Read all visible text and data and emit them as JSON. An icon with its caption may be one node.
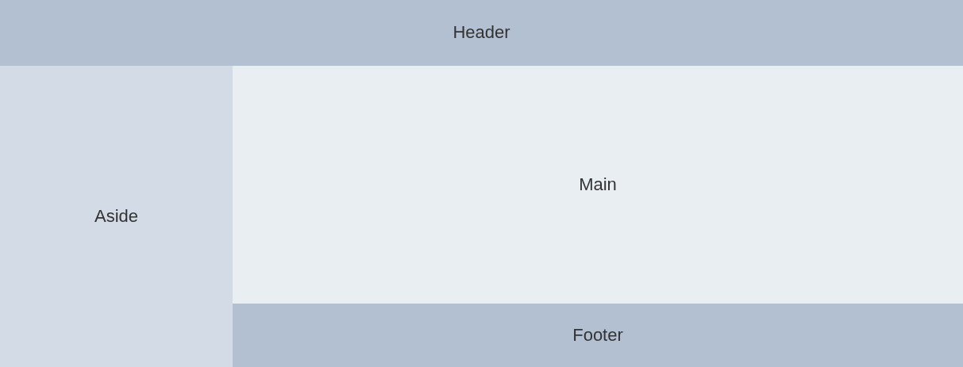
{
  "diagram": {
    "nodes": [
      {
        "text": [
          "Header"
        ]
      },
      {
        "text": [
          "Aside"
        ]
      },
      {
        "text": [
          "Main"
        ]
      },
      {
        "text": [
          "Footer"
        ]
      }
    ]
  }
}
